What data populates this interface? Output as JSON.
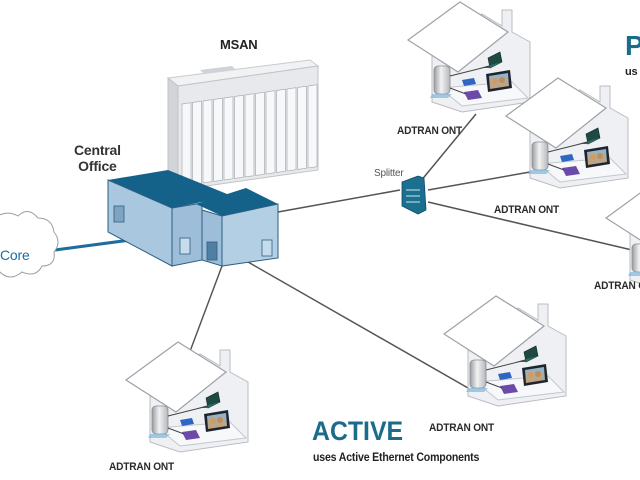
{
  "diagram": {
    "type": "network-topology",
    "nodes": {
      "msan": {
        "label": "MSAN"
      },
      "central_office": {
        "label_line1": "Central",
        "label_line2": "Office"
      },
      "core": {
        "label": "Core"
      },
      "splitter": {
        "label": "Splitter"
      }
    },
    "onts": [
      {
        "id": "ont-top-left",
        "label": "ADTRAN ONT",
        "network": "passive"
      },
      {
        "id": "ont-mid-right",
        "label": "ADTRAN ONT",
        "network": "passive"
      },
      {
        "id": "ont-far-right",
        "label": "ADTRAN ONT",
        "network": "passive"
      },
      {
        "id": "ont-bottom-left",
        "label": "ADTRAN ONT",
        "network": "active"
      },
      {
        "id": "ont-bottom-right",
        "label": "ADTRAN ONT",
        "network": "active"
      }
    ],
    "sections": {
      "active": {
        "title": "ACTIVE",
        "subtitle": "uses Active Ethernet Components"
      },
      "passive": {
        "title": "P",
        "subtitle": "us"
      }
    },
    "connections": [
      {
        "from": "core",
        "to": "central_office"
      },
      {
        "from": "central_office",
        "to": "splitter"
      },
      {
        "from": "splitter",
        "to": "ont-top-left"
      },
      {
        "from": "splitter",
        "to": "ont-mid-right"
      },
      {
        "from": "splitter",
        "to": "ont-far-right"
      },
      {
        "from": "central_office",
        "to": "ont-bottom-left"
      },
      {
        "from": "central_office",
        "to": "ont-bottom-right"
      }
    ],
    "colors": {
      "brand_blue": "#1a6c8a",
      "building_roof": "#14618a",
      "building_wall": "#a9c7df",
      "core_line": "#1f6c9e",
      "link_line": "#555555",
      "msan_body": "#e6e7ea"
    }
  }
}
